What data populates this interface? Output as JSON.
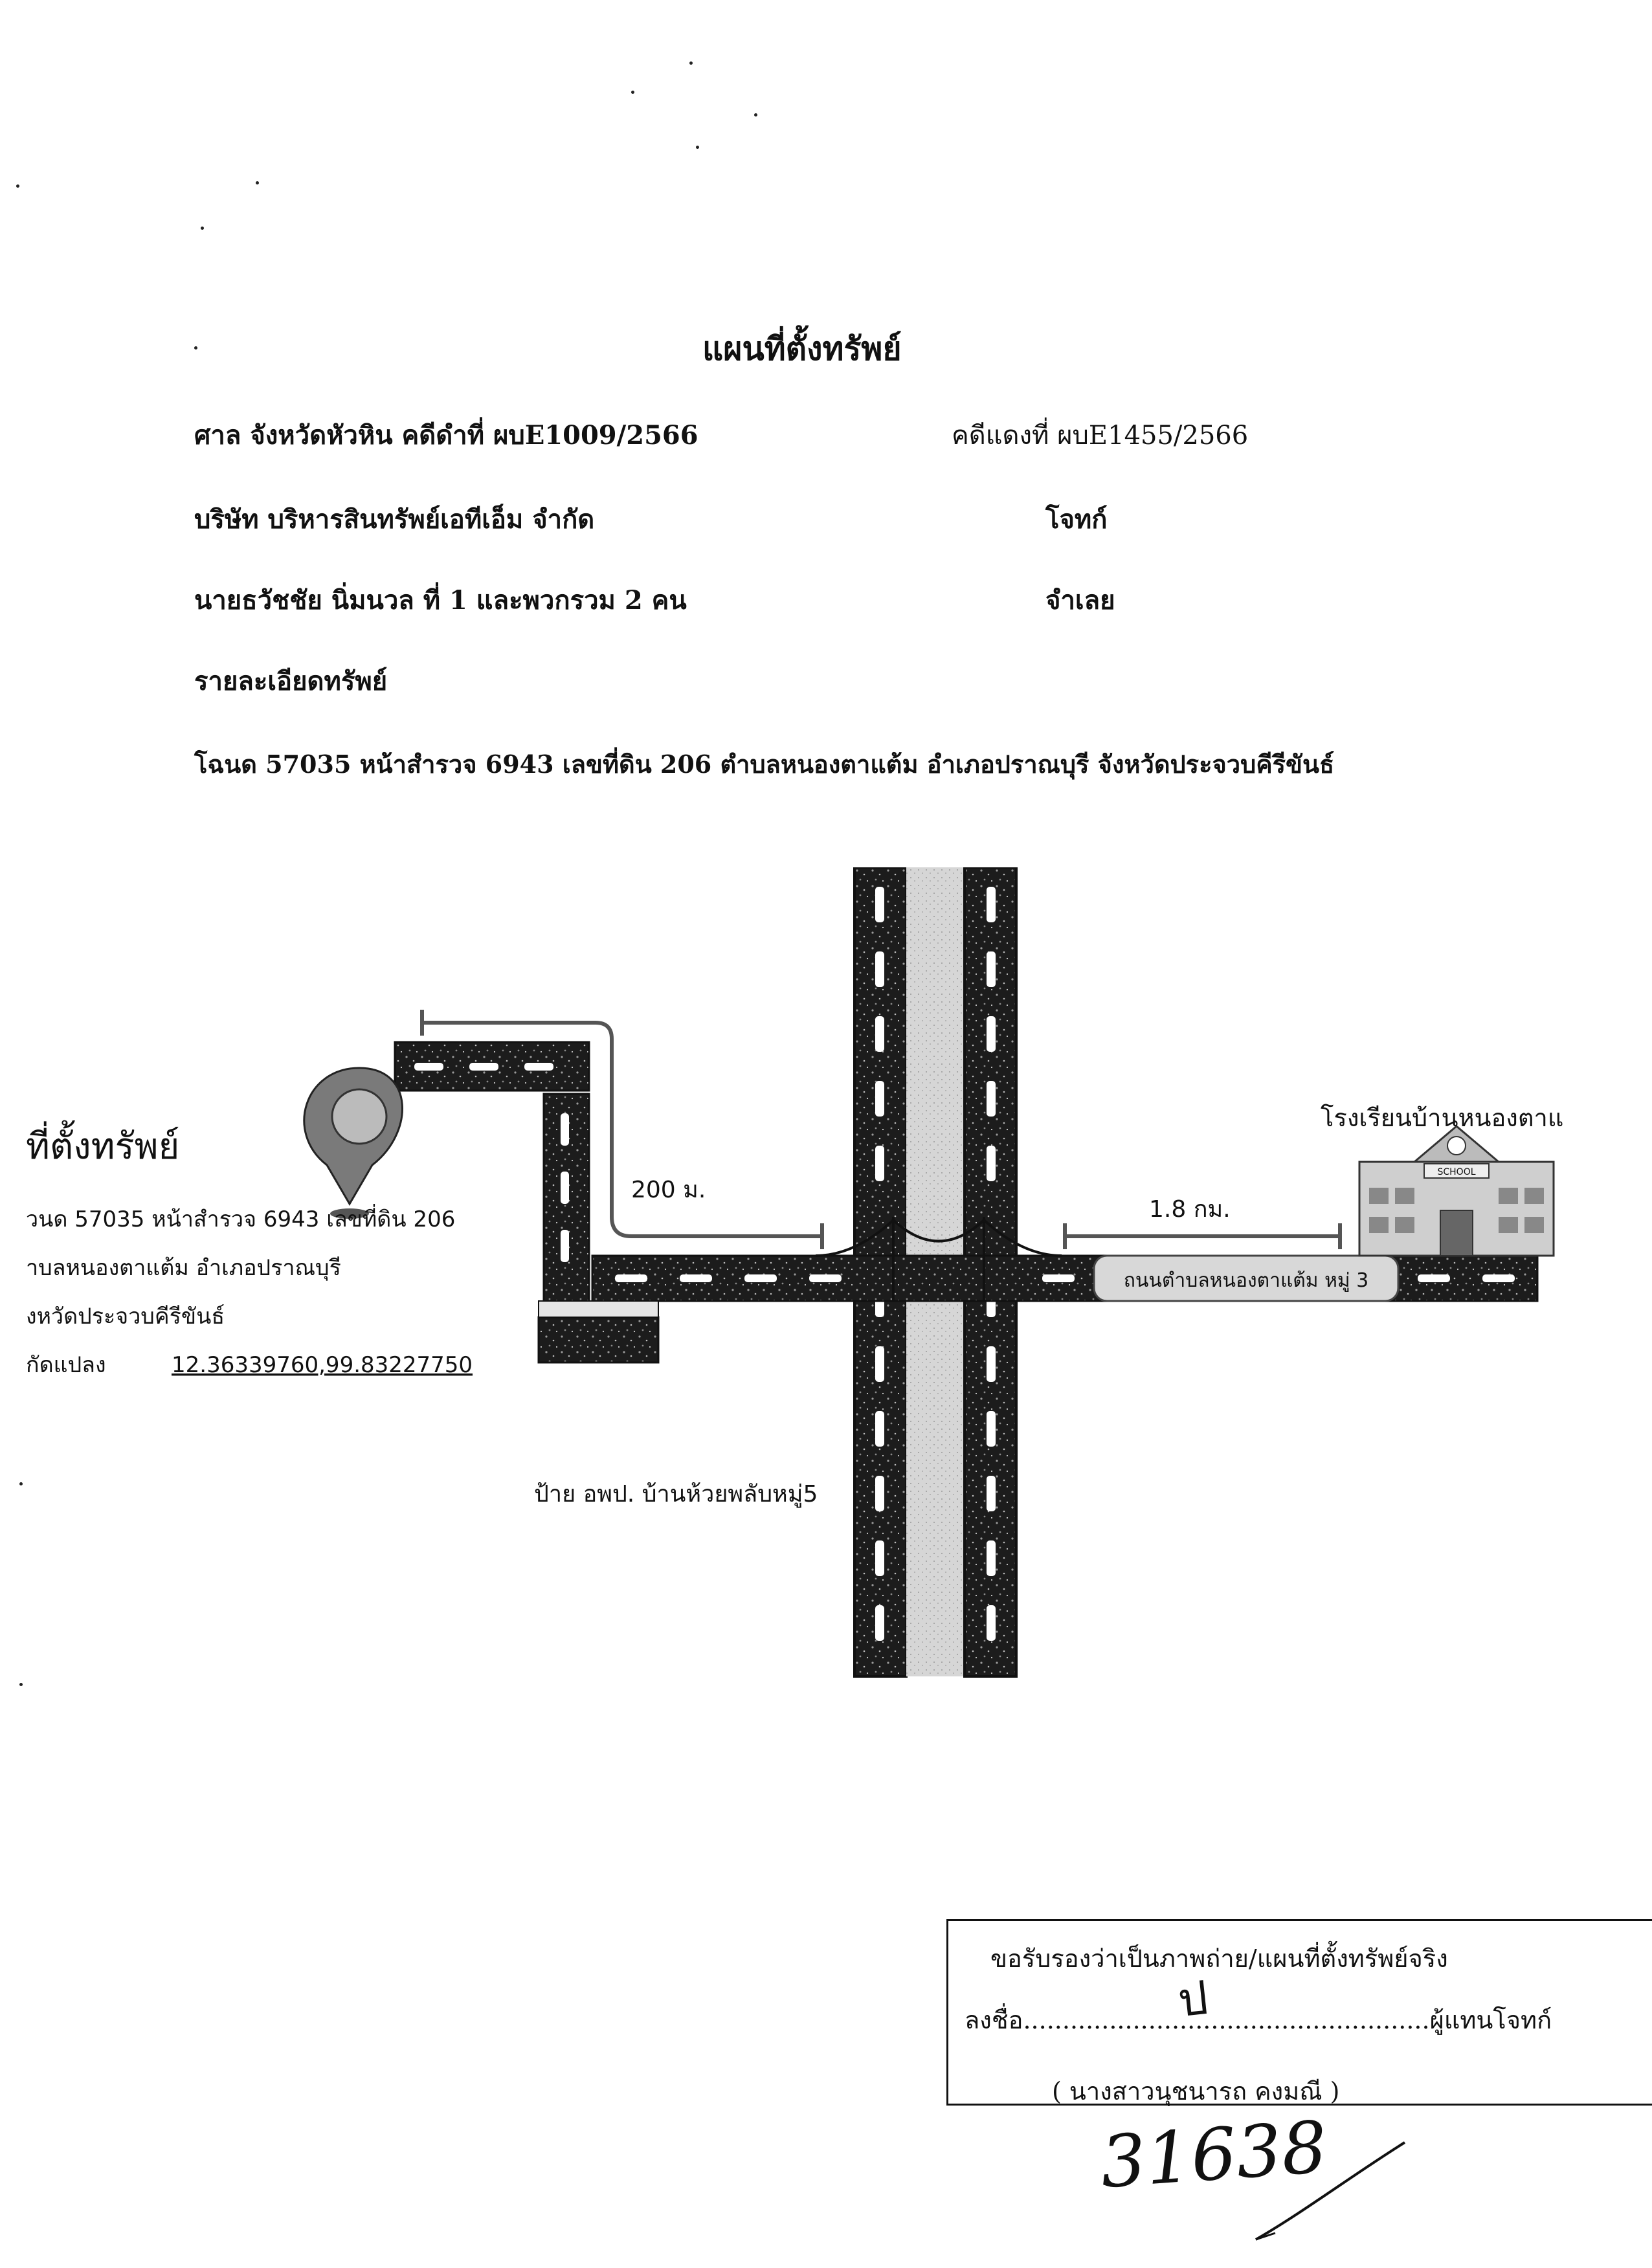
{
  "title": "แผนที่ตั้งทรัพย์",
  "header": {
    "court_line": "ศาล  จังหวัดหัวหิน  คดีดำที่ ผบE1009/2566",
    "red_case": "คดีแดงที่ ผบE1455/2566",
    "plaintiff_name": "บริษัท บริหารสินทรัพย์เอทีเอ็ม จำกัด",
    "plaintiff_role": "โจทก์",
    "defendant_name": "นายธวัชชัย นิ่มนวล ที่ 1 และพวกรวม 2 คน",
    "defendant_role": "จำเลย",
    "details_label": "รายละเอียดทรัพย์",
    "deed_line": "โฉนด 57035 หน้าสำรวจ 6943 เลขที่ดิน 206 ตำบลหนองตาแต้ม อำเภอปราณบุรี จังหวัดประจวบคีรีขันธ์"
  },
  "map": {
    "side_title": "ที่ตั้งทรัพย์",
    "side_line1": "วนด 57035 หน้าสำรวจ 6943 เลขที่ดิน 206",
    "side_line2": "าบลหนองตาแต้ม อำเภอปราณบุรี",
    "side_line3": "งหวัดประจวบคีรีขันธ์",
    "coord_label": "กัดแปลง",
    "coord_value": "12.36339760,99.83227750",
    "dist_left": "200 ม.",
    "dist_right": "1.8 กม.",
    "school_label": "โรงเรียนบ้านหนองตาแ",
    "school_sign": "SCHOOL",
    "road_label": "ถนนตำบลหนองตาแต้ม หมู่ 3",
    "signpost_label": "ป้าย อพป. บ้านห้วยพลับหมู่5"
  },
  "certification": {
    "line1": "ขอรับรองว่าเป็นภาพถ่าย/แผนที่ตั้งทรัพย์จริง",
    "sign_prefix": "ลงชื่อ",
    "sign_dots_left": "...........................",
    "sign_dots_right": ".........................",
    "sign_role": "ผู้แทนโจทก์",
    "signature_glyph": "ป",
    "name": "( นางสาวนุชนารถ คงมณี )"
  },
  "handwritten_number": "31638",
  "colors": {
    "road": "#1c1c1c",
    "median": "#cfcfcf",
    "pin": "#777777",
    "ink": "#111111"
  }
}
